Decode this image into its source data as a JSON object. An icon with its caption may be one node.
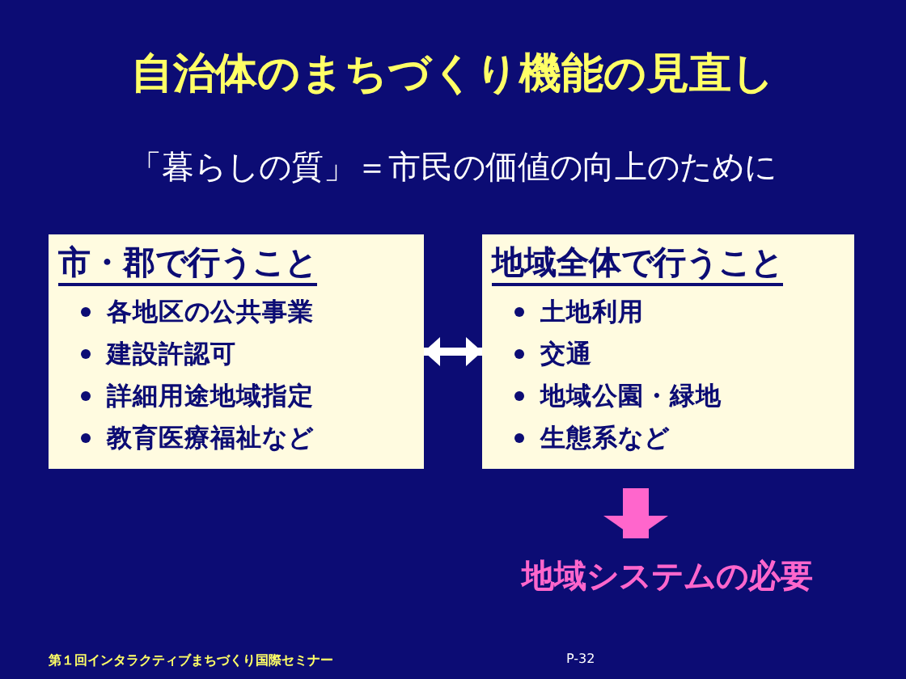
{
  "diagram": {
    "title": "自治体のまちづくり機能の見直し",
    "nodes": [
      {
        "text": [
          "市・郡で行うこと",
          "各地区の公共事業",
          "建設許認可",
          "詳細用途地域指定",
          "教育医療福祉など"
        ]
      },
      {
        "text": [
          "地域全体で行うこと",
          "土地利用",
          "交通",
          "地域公園・緑地",
          "生態系など"
        ]
      },
      {
        "text": [
          "地域システムの必要"
        ]
      }
    ],
    "edges": [
      {
        "from": 0,
        "to": 1,
        "arrow": "both",
        "color": "#ffffff"
      },
      {
        "from": 1,
        "to": 2,
        "arrow": "to",
        "style": "thick",
        "color": "#ff66cc"
      }
    ],
    "labels": [
      "「暮らしの質」＝市民の価値の向上のために",
      "第１回インタラクティブまちづくり国際セミナー",
      "P-32"
    ]
  }
}
